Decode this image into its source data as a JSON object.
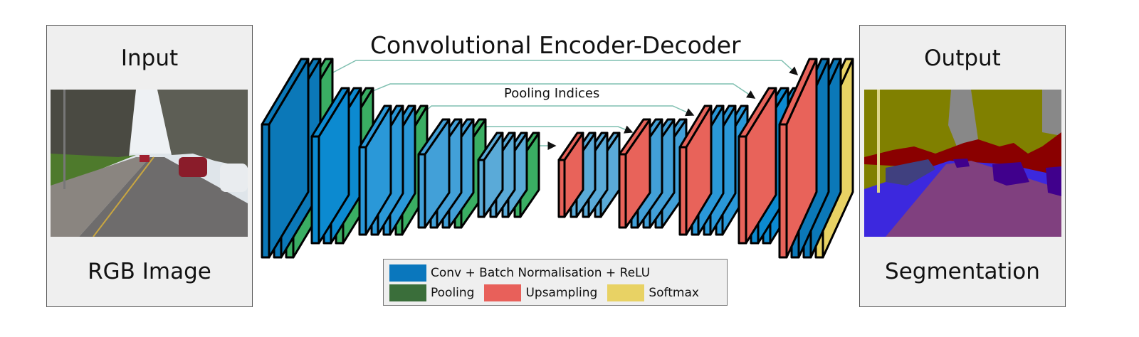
{
  "title": "Convolutional Encoder-Decoder",
  "skip_label": "Pooling Indices",
  "input_panel": {
    "title": "Input",
    "caption": "RGB Image"
  },
  "output_panel": {
    "title": "Output",
    "caption": "Segmentation"
  },
  "legend": [
    {
      "key": "conv",
      "label": "Conv + Batch Normalisation + ReLU",
      "color": "#0a77bd"
    },
    {
      "key": "pool",
      "label": "Pooling",
      "color": "#3a6e3a"
    },
    {
      "key": "up",
      "label": "Upsampling",
      "color": "#e8605a"
    },
    {
      "key": "soft",
      "label": "Softmax",
      "color": "#e8d264"
    }
  ],
  "colors": {
    "pool": "#3aae63",
    "up": "#e8635a",
    "soft": "#e8d264",
    "skip": "#7fbfb0",
    "conv_shades": [
      "#0b78b8",
      "#0c8ad0",
      "#2a98d8",
      "#42a0d8",
      "#5aaad8"
    ]
  },
  "stages": [
    {
      "name": "encoder-1",
      "layers": [
        "conv",
        "conv",
        "pool"
      ]
    },
    {
      "name": "encoder-2",
      "layers": [
        "conv",
        "conv",
        "pool"
      ]
    },
    {
      "name": "encoder-3",
      "layers": [
        "conv",
        "conv",
        "conv",
        "pool"
      ]
    },
    {
      "name": "encoder-4",
      "layers": [
        "conv",
        "conv",
        "conv",
        "pool"
      ]
    },
    {
      "name": "encoder-5",
      "layers": [
        "conv",
        "conv",
        "conv",
        "pool"
      ]
    },
    {
      "name": "decoder-5",
      "layers": [
        "up",
        "conv",
        "conv",
        "conv"
      ]
    },
    {
      "name": "decoder-4",
      "layers": [
        "up",
        "conv",
        "conv",
        "conv"
      ]
    },
    {
      "name": "decoder-3",
      "layers": [
        "up",
        "conv",
        "conv",
        "conv"
      ]
    },
    {
      "name": "decoder-2",
      "layers": [
        "up",
        "conv",
        "conv"
      ]
    },
    {
      "name": "decoder-1",
      "layers": [
        "up",
        "conv",
        "conv",
        "soft"
      ]
    }
  ]
}
